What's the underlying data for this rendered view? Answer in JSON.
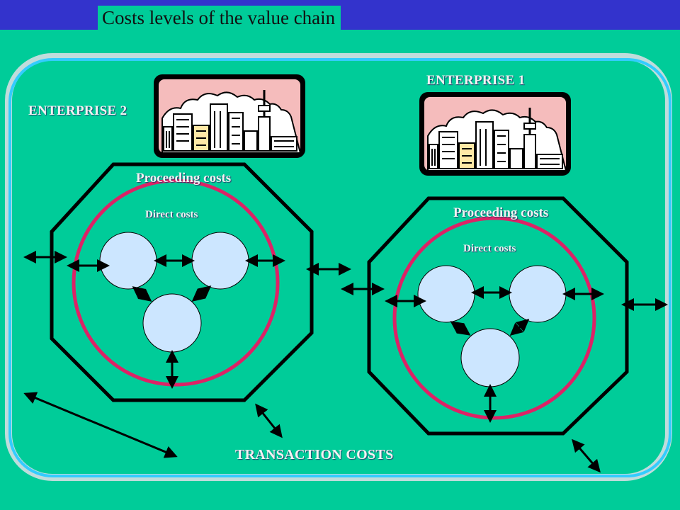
{
  "header": {
    "title": "Costs levels of the value chain"
  },
  "diagram": {
    "enterprise_2": {
      "label": "ENTERPRISE 2",
      "proceeding_label": "Proceeding costs",
      "direct_label": "Direct costs"
    },
    "enterprise_1": {
      "label": "ENTERPRISE 1",
      "proceeding_label": "Proceeding costs",
      "direct_label": "Direct costs"
    },
    "transaction_label": "TRANSACTION COSTS"
  },
  "colors": {
    "background": "#00cc99",
    "header_bar": "#3333cc",
    "frame": "#33ccff",
    "ring": "#dd2266",
    "node_fill": "#cce6ff",
    "sky": "#f5bcbc"
  },
  "icons": [
    "city-skyline-icon",
    "city-skyline-icon"
  ]
}
